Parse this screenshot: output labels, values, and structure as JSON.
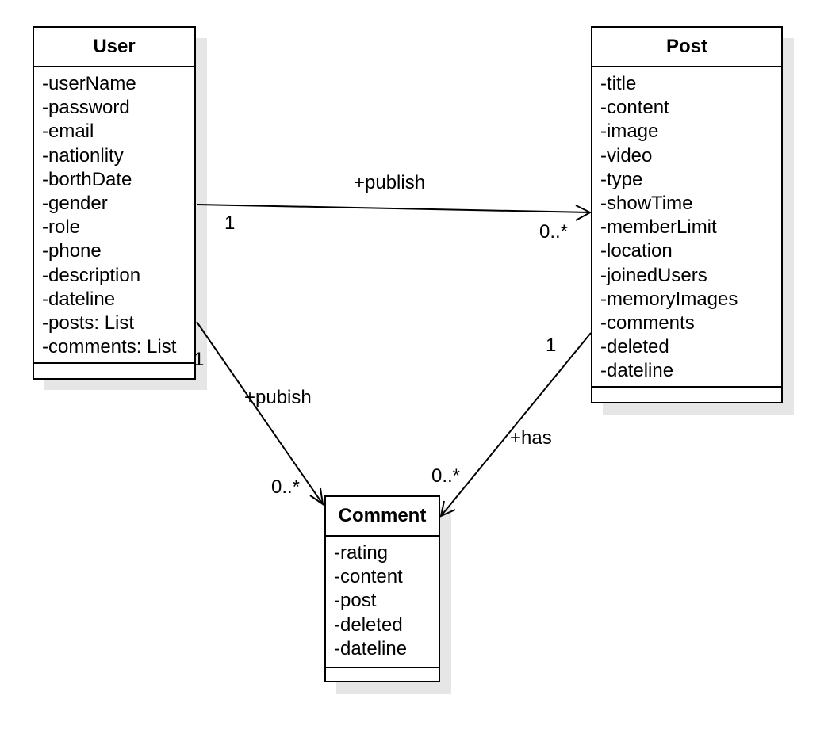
{
  "classes": {
    "user": {
      "name": "User",
      "attributes": [
        "-userName",
        "-password",
        "-email",
        "-nationlity",
        "-borthDate",
        "-gender",
        "-role",
        "-phone",
        "-description",
        "-dateline",
        "-posts: List",
        "-comments: List"
      ]
    },
    "post": {
      "name": "Post",
      "attributes": [
        "-title",
        "-content",
        "-image",
        "-video",
        "-type",
        "-showTime",
        "-memberLimit",
        "-location",
        "-joinedUsers",
        "-memoryImages",
        "-comments",
        "-deleted",
        "-dateline"
      ]
    },
    "comment": {
      "name": "Comment",
      "attributes": [
        "-rating",
        "-content",
        "-post",
        "-deleted",
        "-dateline"
      ]
    }
  },
  "associations": {
    "user_post": {
      "label": "+publish",
      "source_mult": "1",
      "target_mult": "0..*"
    },
    "user_comment": {
      "label": "+pubish",
      "source_mult": "1",
      "target_mult": "0..*"
    },
    "post_comment": {
      "label": "+has",
      "source_mult": "1",
      "target_mult": "0..*"
    }
  }
}
